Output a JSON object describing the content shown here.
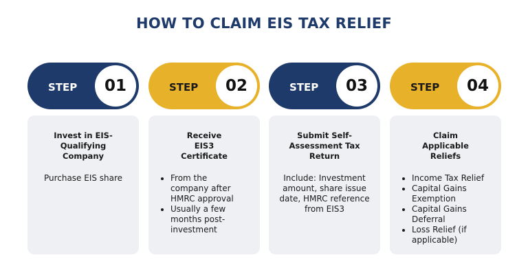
{
  "title": "HOW TO CLAIM EIS TAX RELIEF",
  "colors": {
    "navy": "#1e3a6b",
    "yellow": "#e8b12a",
    "card": "#eef0f3"
  },
  "steps": [
    {
      "label": "STEP",
      "number": "01",
      "title": "Invest in EIS-Qualifying Company",
      "body": "Purchase EIS share"
    },
    {
      "label": "STEP",
      "number": "02",
      "title": "Receive EIS3 Certificate",
      "bullets": [
        "From the company after HMRC approval",
        "Usually a few months post-investment"
      ]
    },
    {
      "label": "STEP",
      "number": "03",
      "title": "Submit Self-Assessment Tax Return",
      "body": "Include: Investment amount, share issue date, HMRC reference from EIS3"
    },
    {
      "label": "STEP",
      "number": "04",
      "title": "Claim Applicable Reliefs",
      "bullets": [
        "Income Tax Relief",
        "Capital Gains Exemption",
        "Capital Gains Deferral",
        "Loss Relief (if applicable)"
      ]
    }
  ]
}
